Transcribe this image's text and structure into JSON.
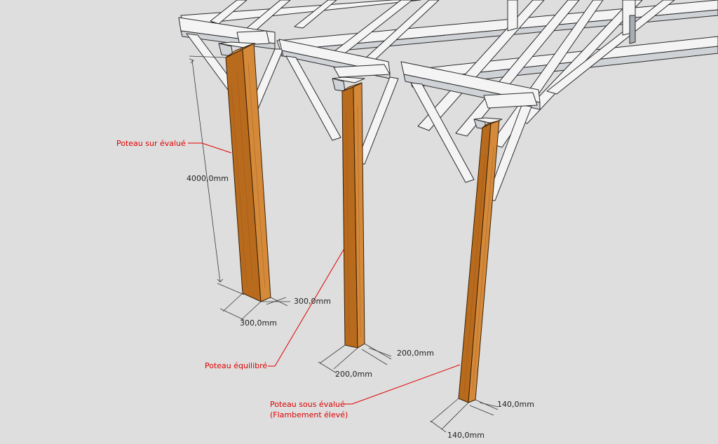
{
  "labels": {
    "post_over": "Poteau sur évalué",
    "post_balanced": "Poteau équilibré",
    "post_under_line1": "Poteau sous évalué",
    "post_under_line2": "(Flambement élevé)"
  },
  "dimensions": {
    "height": "4000,0mm",
    "post1_depth": "300,0mm",
    "post1_width": "300,0mm",
    "post2_depth": "200,0mm",
    "post2_width": "200,0mm",
    "post3_depth": "140,0mm",
    "post3_width": "140,0mm"
  },
  "colors": {
    "background": "#dedede",
    "wood": "#c7772a",
    "annotation": "#e00000",
    "timber_frame": "#f4f4f4"
  }
}
